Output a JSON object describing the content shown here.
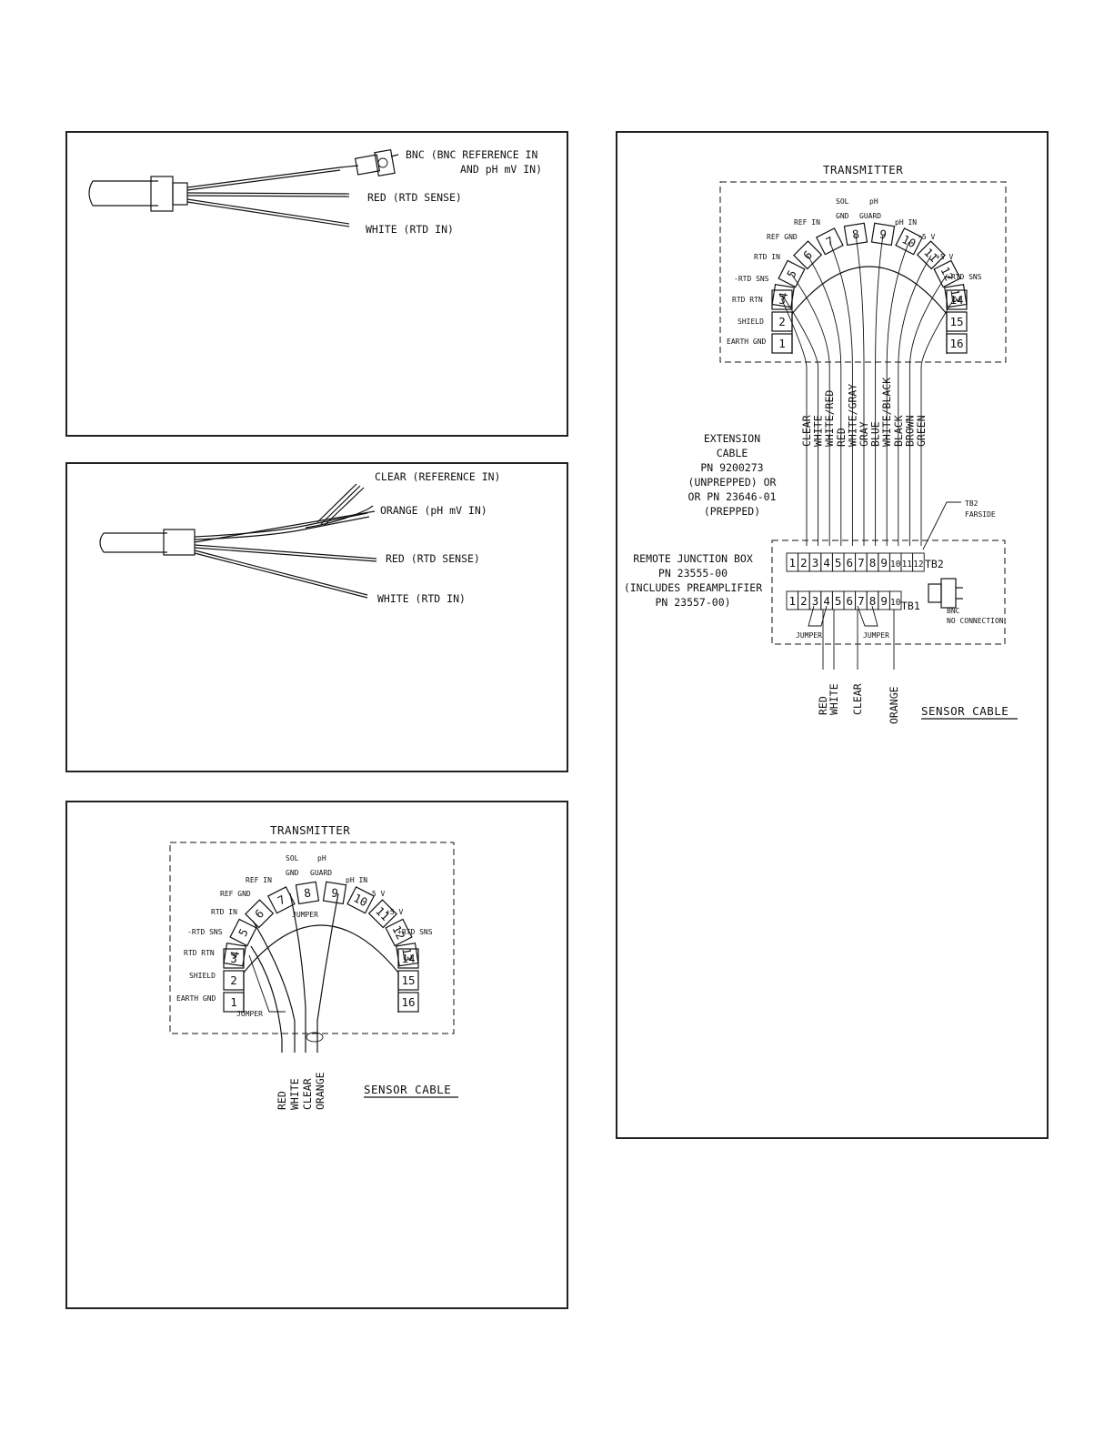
{
  "panel1": {
    "bnc_line1": "BNC (BNC REFERENCE IN",
    "bnc_line2": "AND pH mV IN)",
    "red": "RED (RTD SENSE)",
    "white": "WHITE (RTD IN)"
  },
  "panel2": {
    "clear": "CLEAR (REFERENCE IN)",
    "orange": "ORANGE (pH mV IN)",
    "red": "RED (RTD SENSE)",
    "white": "WHITE (RTD IN)"
  },
  "transmitter": {
    "title": "TRANSMITTER",
    "terminals": [
      "1",
      "2",
      "3",
      "4",
      "5",
      "6",
      "7",
      "8",
      "9",
      "10",
      "11",
      "12",
      "13",
      "14",
      "15",
      "16"
    ],
    "labels": {
      "earth_gnd": "EARTH GND",
      "shield": "SHIELD",
      "rtd_rtn": "RTD RTN",
      "rtd_sns_neg": "-RTD SNS",
      "rtd_in": "RTD IN",
      "ref_gnd": "REF GND",
      "ref_in": "REF IN",
      "sol": "SOL",
      "gnd": "GND",
      "ph": "pH",
      "guard": "GUARD",
      "ph_in": "pH IN",
      "neg5v": "-5 V",
      "pos5v": "+5 V",
      "rtd_sns_pos": "+RTD SNS"
    },
    "jumper": "JUMPER"
  },
  "panel3": {
    "cable_colors": [
      "RED",
      "WHITE",
      "CLEAR",
      "ORANGE"
    ],
    "sensor_cable": "SENSOR CABLE"
  },
  "panel4": {
    "wire_colors": [
      "CLEAR",
      "WHITE",
      "WHITE/RED",
      "RED",
      "WHITE/GRAY",
      "GRAY",
      "BLUE",
      "WHITE/BLACK",
      "BLACK",
      "BROWN",
      "GREEN"
    ],
    "extension": [
      "EXTENSION",
      "CABLE",
      "PN 9200273",
      "(UNPREPPED) OR",
      "OR PN 23646-01",
      "(PREPPED)"
    ],
    "tb2_note_1": "TB2",
    "tb2_note_2": "FARSIDE",
    "tb2": "TB2",
    "tb1": "TB1",
    "tb2_terms": [
      "1",
      "2",
      "3",
      "4",
      "5",
      "6",
      "7",
      "8",
      "9",
      "10",
      "11",
      "12"
    ],
    "tb1_terms": [
      "1",
      "2",
      "3",
      "4",
      "5",
      "6",
      "7",
      "8",
      "9",
      "10"
    ],
    "rjb": [
      "REMOTE JUNCTION BOX",
      "PN 23555-00",
      "(INCLUDES PREAMPLIFIER",
      "PN 23557-00)"
    ],
    "bnc": "BNC",
    "no_connection": "NO CONNECTION",
    "sensor_colors": [
      "RED",
      "WHITE",
      "CLEAR",
      "ORANGE"
    ],
    "sensor_cable": "SENSOR CABLE"
  }
}
